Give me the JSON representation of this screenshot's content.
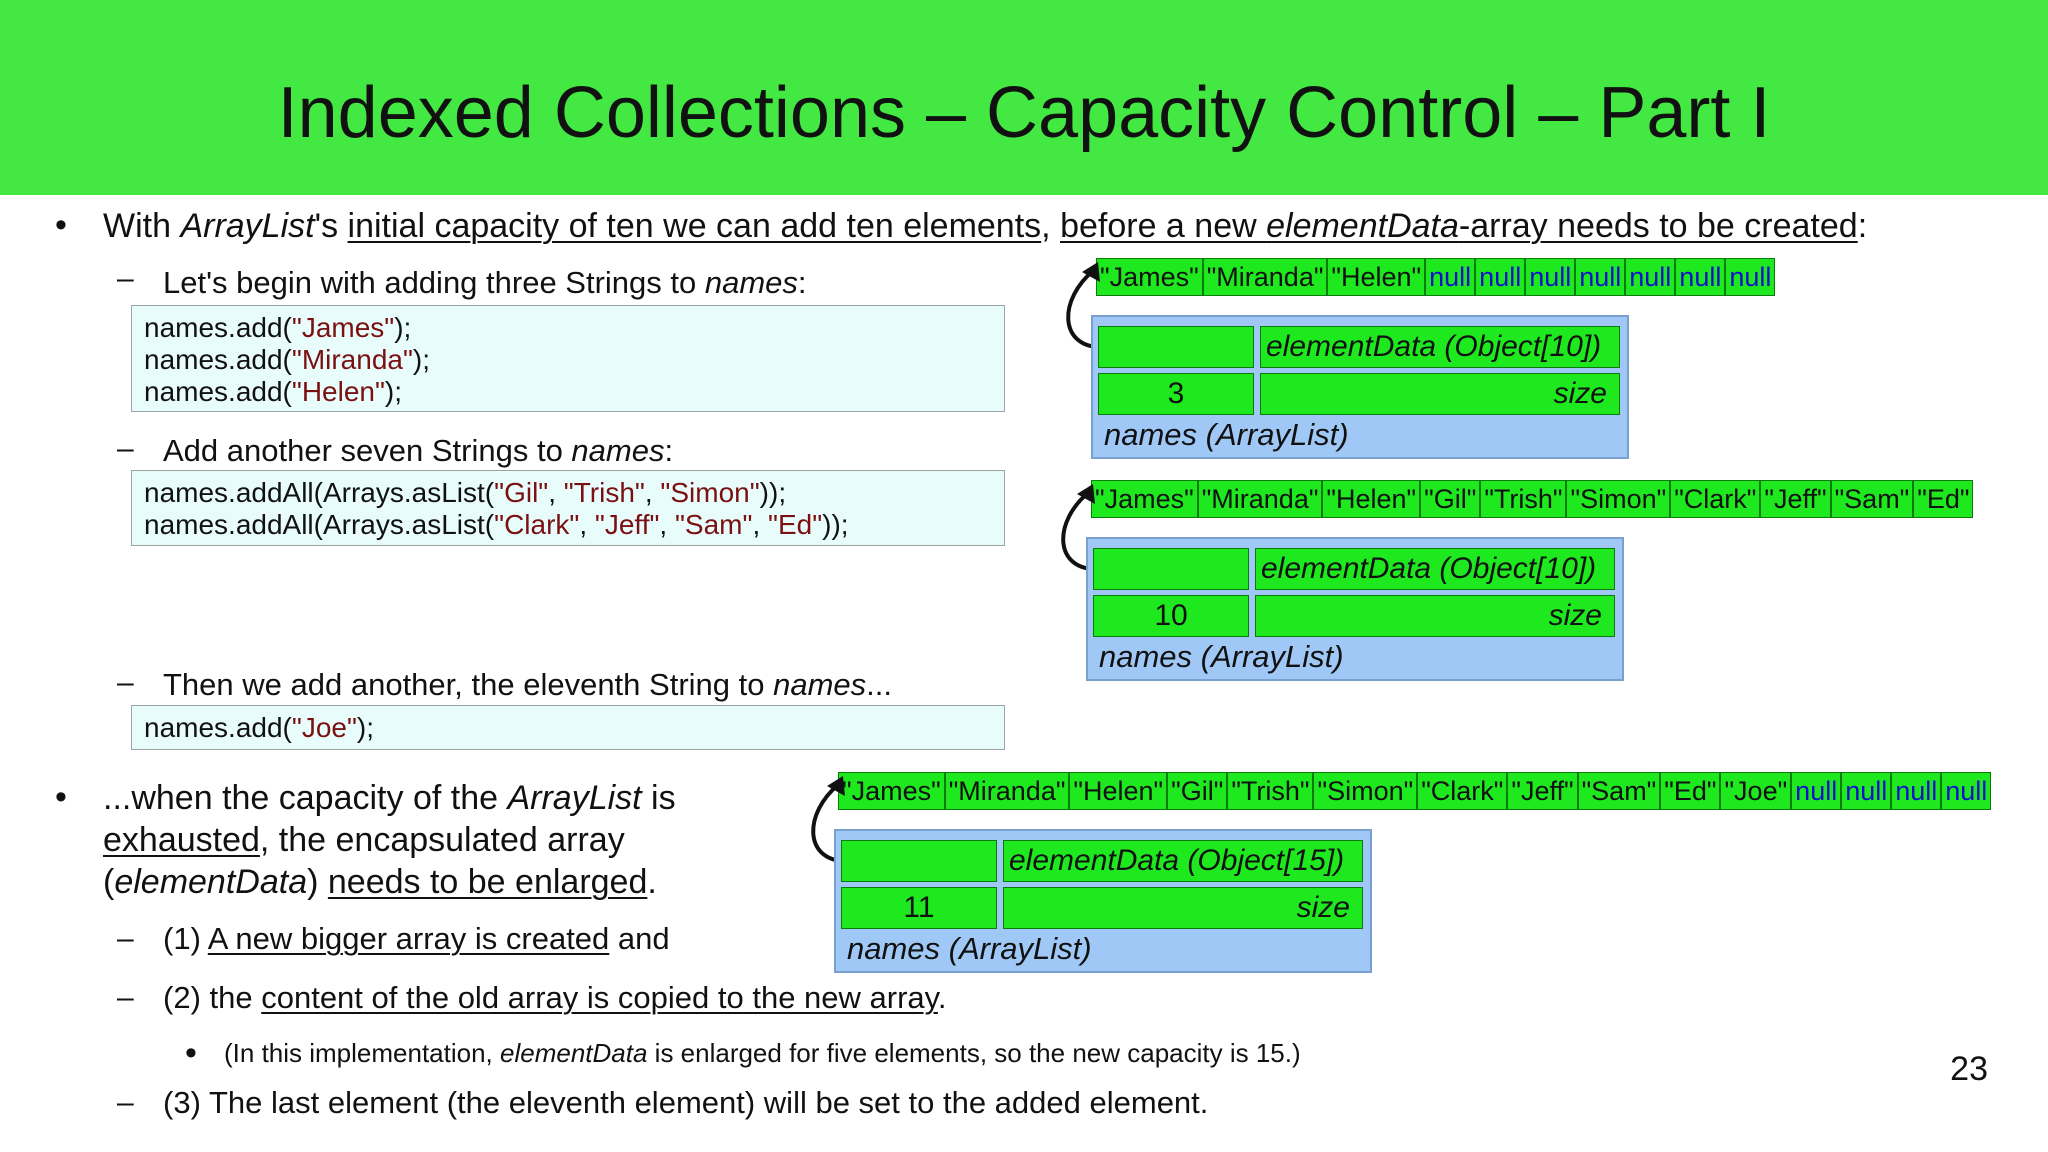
{
  "title": "Indexed Collections – Capacity Control – Part I",
  "page_number": "23",
  "bullet1": {
    "t1": "With ",
    "t2": "ArrayList",
    "t3": "'s ",
    "t4": "initial capacity of ten we can add ten elements",
    "t5": ", ",
    "t6": "before a new ",
    "t7": "elementData",
    "t8": "-array needs to be created",
    "t9": ":"
  },
  "step1": {
    "text": "Let's begin with adding three Strings to ",
    "em": "names",
    "end": ":"
  },
  "code1": [
    {
      "pre": "names.add(",
      "str": "\"James\"",
      "post": ");"
    },
    {
      "pre": "names.add(",
      "str": "\"Miranda\"",
      "post": ");"
    },
    {
      "pre": "names.add(",
      "str": "\"Helen\"",
      "post": ");"
    }
  ],
  "step2": {
    "text": "Add another seven Strings to ",
    "em": "names",
    "end": ":"
  },
  "code2": [
    {
      "p1": "names.addAll(Arrays.asList(",
      "s1": "\"Gil\"",
      "c1": ", ",
      "s2": "\"Trish\"",
      "c2": ", ",
      "s3": "\"Simon\"",
      "end": "));"
    },
    {
      "p1": "names.addAll(Arrays.asList(",
      "s1": "\"Clark\"",
      "c1": ", ",
      "s2": "\"Jeff\"",
      "c2": ", ",
      "s3": "\"Sam\"",
      "c3": ", ",
      "s4": "\"Ed\"",
      "end": "));"
    }
  ],
  "step3": {
    "text": "Then we add another, the eleventh String to ",
    "em": "names",
    "end": "..."
  },
  "code3": {
    "pre": "names.add(",
    "str": "\"Joe\"",
    "post": ");"
  },
  "bullet2": {
    "l1a": "...when the capacity of the ",
    "l1b": "ArrayList",
    "l1c": " is",
    "l2a": "exhausted",
    "l2b": ", the encapsulated array",
    "l3a": "(",
    "l3b": "elementData",
    "l3c": ") ",
    "l3d": "needs to be enlarged",
    "l3e": "."
  },
  "sub1": {
    "a": "(1) ",
    "b": "A new bigger array is created",
    "c": " and"
  },
  "sub2": {
    "a": "(2) the ",
    "b": "content of the old array is copied to the new array",
    "c": "."
  },
  "subsub": {
    "a": "(In this implementation, ",
    "b": "elementData",
    "c": " is enlarged for five elements, so the new capacity is 15.)"
  },
  "sub3": {
    "text": "(3) The last element (the eleventh element) will be set to the added element."
  },
  "diagrams": [
    {
      "cells": [
        "\"James\"",
        "\"Miranda\"",
        "\"Helen\"",
        "null",
        "null",
        "null",
        "null",
        "null",
        "null",
        "null"
      ],
      "field_label": "elementData (Object[10])",
      "size": "3",
      "size_label": "size",
      "object_label": "names (ArrayList)"
    },
    {
      "cells": [
        "\"James\"",
        "\"Miranda\"",
        "\"Helen\"",
        "\"Gil\"",
        "\"Trish\"",
        "\"Simon\"",
        "\"Clark\"",
        "\"Jeff\"",
        "\"Sam\"",
        "\"Ed\""
      ],
      "field_label": "elementData (Object[10])",
      "size": "10",
      "size_label": "size",
      "object_label": "names (ArrayList)"
    },
    {
      "cells": [
        "\"James\"",
        "\"Miranda\"",
        "\"Helen\"",
        "\"Gil\"",
        "\"Trish\"",
        "\"Simon\"",
        "\"Clark\"",
        "\"Jeff\"",
        "\"Sam\"",
        "\"Ed\"",
        "\"Joe\"",
        "null",
        "null",
        "null",
        "null"
      ],
      "field_label": "elementData (Object[15])",
      "size": "11",
      "size_label": "size",
      "object_label": "names (ArrayList)"
    }
  ]
}
